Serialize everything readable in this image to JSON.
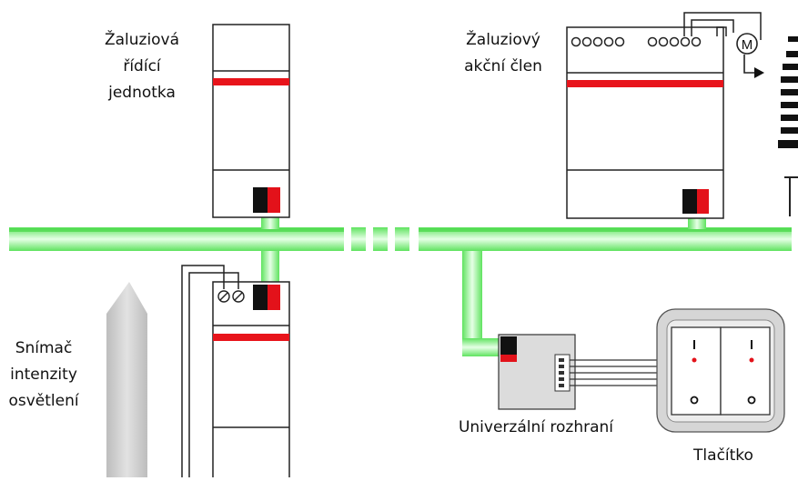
{
  "labels": {
    "control_unit": [
      "Žaluziová",
      "řídící",
      "jednotka"
    ],
    "actuator": [
      "Žaluziový",
      "akční člen"
    ],
    "light_sensor": [
      "Snímač",
      "intenzity",
      "osvětlení"
    ],
    "interface": "Univerzální rozhraní",
    "push_button": "Tlačítko"
  },
  "colors": {
    "bus": "#7cf07c",
    "bus_core": "#d8ffd8",
    "device_stripe": "#e8141b",
    "connector_black": "#111111",
    "connector_red": "#e3121a",
    "sensor_gray": "#cfcfcf",
    "interface_gray": "#dcdcdc",
    "button_frame": "#d6d6d6"
  },
  "motor_symbol": "M"
}
